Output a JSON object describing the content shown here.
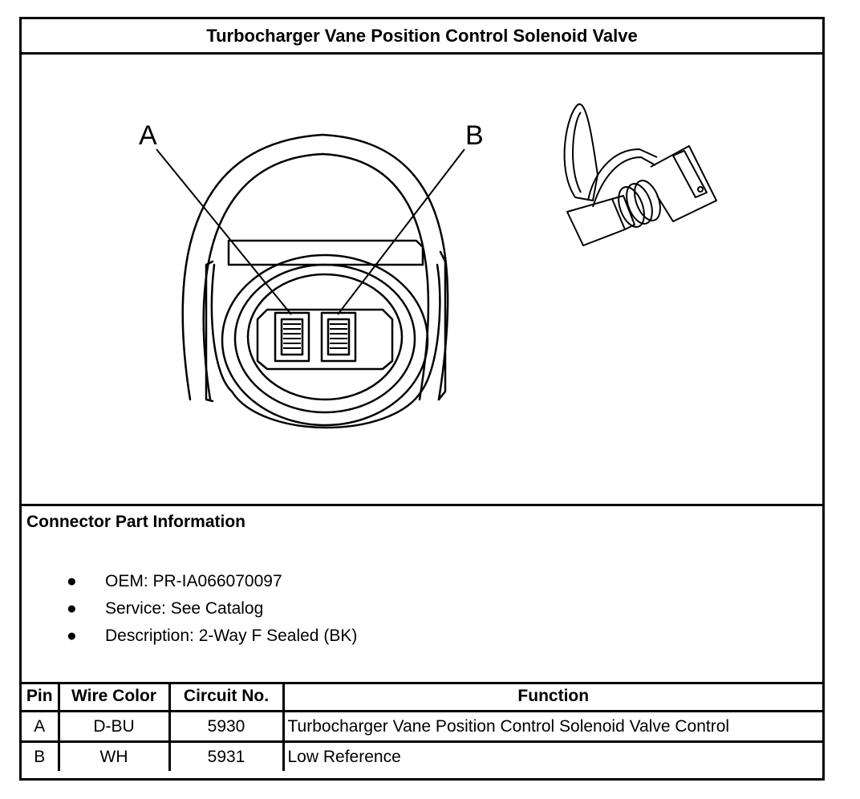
{
  "title": "Turbocharger Vane Position Control Solenoid Valve",
  "diagram": {
    "pin_labels": [
      "A",
      "B"
    ]
  },
  "connector_info": {
    "heading": "Connector Part Information",
    "bullets": [
      "OEM: PR-IA066070097",
      "Service: See Catalog",
      "Description: 2-Way F Sealed (BK)"
    ]
  },
  "table": {
    "headers": [
      "Pin",
      "Wire Color",
      "Circuit No.",
      "Function"
    ],
    "rows": [
      {
        "pin": "A",
        "wire_color": "D-BU",
        "circuit": "5930",
        "function": "Turbocharger Vane Position Control Solenoid Valve Control"
      },
      {
        "pin": "B",
        "wire_color": "WH",
        "circuit": "5931",
        "function": "Low Reference"
      }
    ]
  }
}
